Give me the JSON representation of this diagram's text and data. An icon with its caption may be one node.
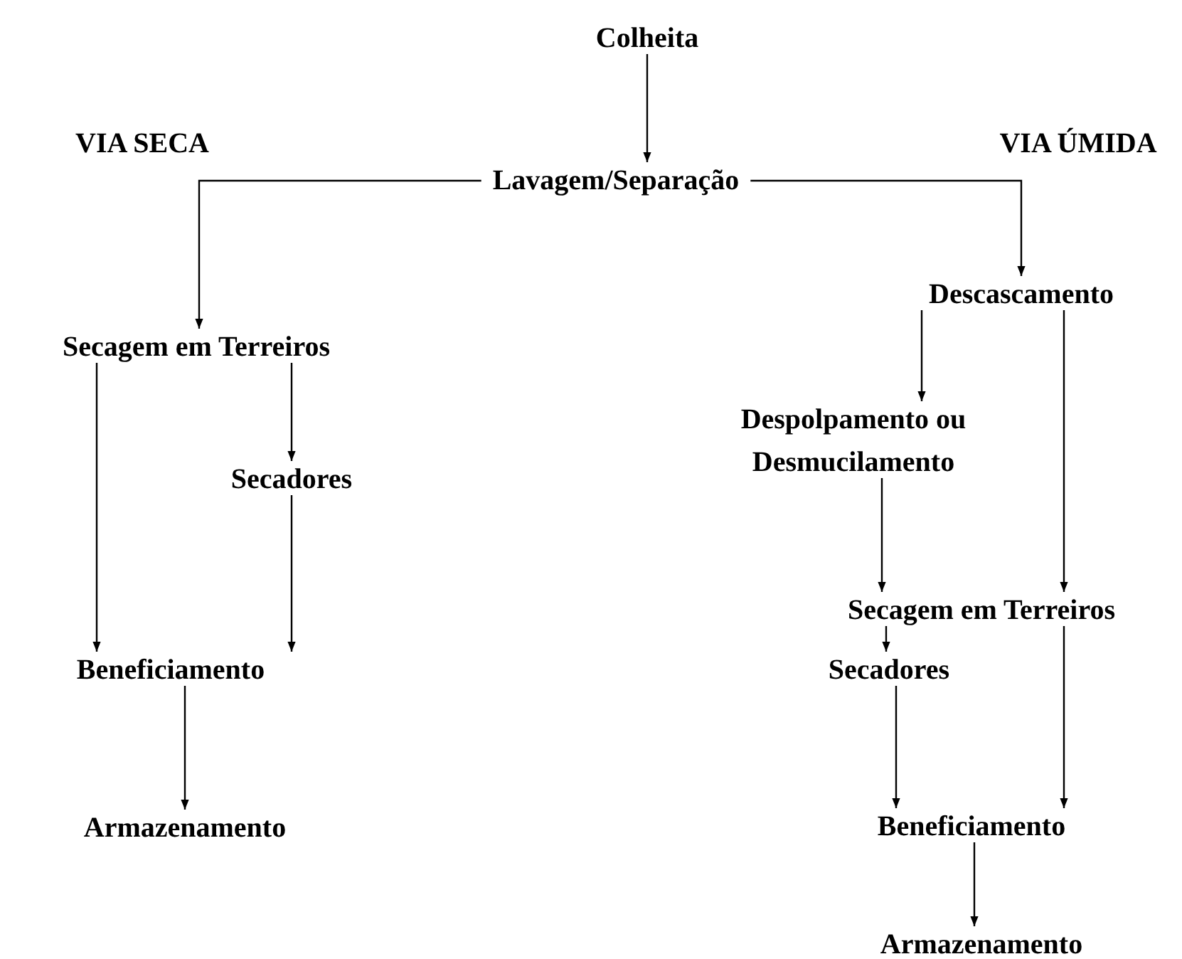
{
  "diagram": {
    "nodes": [
      {
        "text": [
          "Colheita"
        ]
      },
      {
        "text": [
          "Lavagem/Separação"
        ]
      },
      {
        "text": [
          "Secagem em Terreiros"
        ]
      },
      {
        "text": [
          "Secadores"
        ]
      },
      {
        "text": [
          "Beneficiamento"
        ]
      },
      {
        "text": [
          "Armazenamento"
        ]
      },
      {
        "text": [
          "Descascamento"
        ]
      },
      {
        "text": [
          "Despolpamento ou Desmucilamento"
        ]
      },
      {
        "text": [
          "Secagem em Terreiros"
        ]
      },
      {
        "text": [
          "Secadores"
        ]
      },
      {
        "text": [
          "Beneficiamento"
        ]
      },
      {
        "text": [
          "Armazenamento"
        ]
      }
    ],
    "edges": [
      {
        "from": 0,
        "to": 1,
        "arrow": "to"
      },
      {
        "from": 1,
        "to": 2,
        "arrow": "to"
      },
      {
        "from": 1,
        "to": 6,
        "arrow": "to"
      },
      {
        "from": 2,
        "to": 4,
        "arrow": "to"
      },
      {
        "from": 2,
        "to": 3,
        "arrow": "to"
      },
      {
        "from": 3,
        "to": 4,
        "arrow": "to"
      },
      {
        "from": 4,
        "to": 5,
        "arrow": "to"
      },
      {
        "from": 6,
        "to": 7,
        "arrow": "to"
      },
      {
        "from": 6,
        "to": 8,
        "arrow": "to"
      },
      {
        "from": 7,
        "to": 8,
        "arrow": "to"
      },
      {
        "from": 8,
        "to": 9,
        "arrow": "to"
      },
      {
        "from": 9,
        "to": 10,
        "arrow": "to"
      },
      {
        "from": 8,
        "to": 10,
        "arrow": "to"
      },
      {
        "from": 10,
        "to": 11,
        "arrow": "to"
      }
    ],
    "labels": [
      "VIA SECA",
      "VIA ÚMIDA"
    ]
  }
}
